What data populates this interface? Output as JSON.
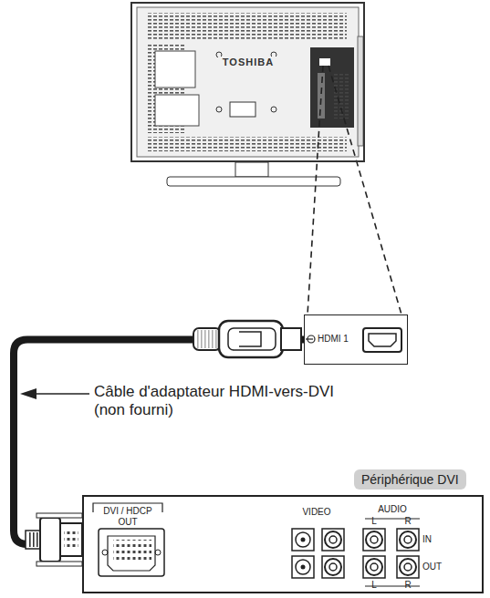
{
  "diagram": {
    "nodes": [
      {
        "text": [
          "TOSHIBA"
        ]
      },
      {
        "text": [
          "HDMI 1"
        ]
      },
      {
        "text": [
          "Périphérique DVI"
        ]
      }
    ],
    "edges": [
      {
        "from": 1,
        "to": 2,
        "arrow": "none"
      }
    ],
    "labels": [
      "Câble d'adaptateur HDMI-vers-DVI (non fourni)",
      "DVI / HDCP OUT",
      "VIDEO",
      "AUDIO",
      "L",
      "R",
      "IN",
      "OUT",
      "L",
      "R"
    ]
  }
}
